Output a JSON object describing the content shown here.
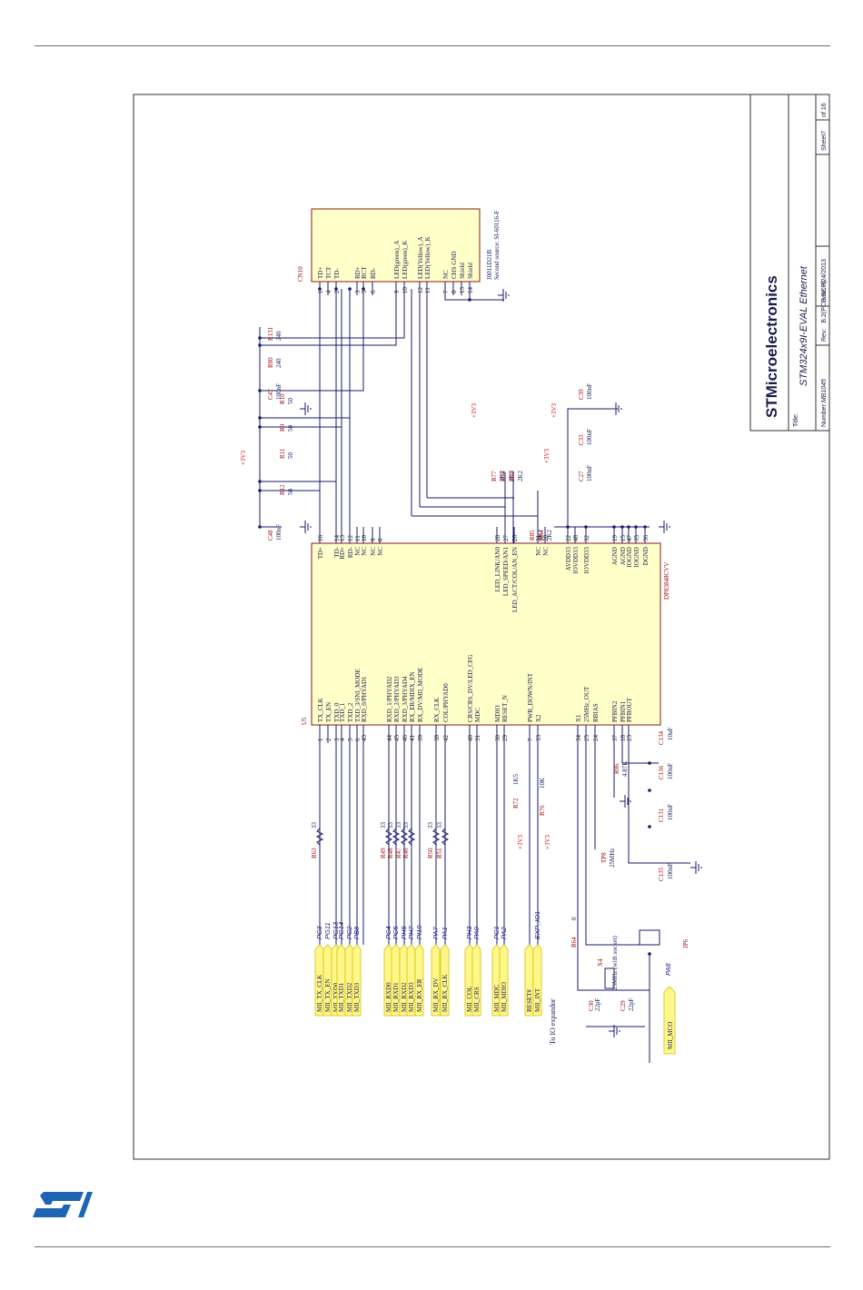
{
  "title_block": {
    "company": "STMicroelectronics",
    "title_label": "Title:",
    "title": "STM324x9I-EVAL Ethernet",
    "number_label": "Number:",
    "number": "MB1045",
    "rev_label": "Rev:",
    "rev": "B.2(PCB.SCH)",
    "date_label": "Date:",
    "date": "7/24/2013",
    "sheet_label": "Sheet",
    "sheet": "7",
    "of_label": "of",
    "of": "16"
  },
  "u5": {
    "ref": "U5",
    "part": "DP83848CVV",
    "left_pins": [
      {
        "num": "1",
        "name": "TX_CLK"
      },
      {
        "num": "2",
        "name": "TX_EN"
      },
      {
        "num": "3",
        "name": "TXD_0"
      },
      {
        "num": "4",
        "name": "TXD_1"
      },
      {
        "num": "5",
        "name": "TXD_2"
      },
      {
        "num": "6",
        "name": "TXD_3/SNI_MODE"
      },
      {
        "num": "43",
        "name": "RXD_0/PHYAD1"
      },
      {
        "num": "44",
        "name": "RXD_1/PHYAD2"
      },
      {
        "num": "45",
        "name": "RXD_2/PHYAD3"
      },
      {
        "num": "46",
        "name": "RXD_3/PHYAD4"
      },
      {
        "num": "41",
        "name": "RX_ER/MDIX_EN"
      },
      {
        "num": "39",
        "name": "RX_DV/MII_MODE"
      },
      {
        "num": "38",
        "name": "RX_CLK"
      },
      {
        "num": "42",
        "name": "COL/PHYAD0"
      },
      {
        "num": "40",
        "name": "CRS/CRS_DV/LED_CFG"
      },
      {
        "num": "31",
        "name": "MDC"
      },
      {
        "num": "30",
        "name": "MDIO"
      },
      {
        "num": "29",
        "name": "RESET_N"
      },
      {
        "num": "7",
        "name": "PWR_DOWN/INT"
      },
      {
        "num": "33",
        "name": "X2"
      },
      {
        "num": "34",
        "name": "X1"
      },
      {
        "num": "25",
        "name": "25MHz_OUT"
      },
      {
        "num": "24",
        "name": "RBIAS"
      },
      {
        "num": "37",
        "name": "PFBIN2"
      },
      {
        "num": "18",
        "name": "PFBIN1"
      },
      {
        "num": "23",
        "name": "PFBOUT"
      }
    ],
    "right_pins": [
      {
        "num": "16",
        "name": "TD+"
      },
      {
        "num": "14",
        "name": "TD-"
      },
      {
        "num": "13",
        "name": "RD+"
      },
      {
        "num": "12",
        "name": "RD-"
      },
      {
        "num": "11",
        "name": "NC"
      },
      {
        "num": "10",
        "name": "NC"
      },
      {
        "num": "9",
        "name": "NC"
      },
      {
        "num": "8",
        "name": "NC"
      },
      {
        "num": "28",
        "name": "LED_LINK/AN0"
      },
      {
        "num": "27",
        "name": "LED_SPEED/AN1"
      },
      {
        "num": "26",
        "name": "LED_ACT/COL/AN_EN"
      },
      {
        "num": "21",
        "name": "NC"
      },
      {
        "num": "20",
        "name": "NC"
      },
      {
        "num": "22",
        "name": "AVDD33"
      },
      {
        "num": "48",
        "name": "IOVDD33"
      },
      {
        "num": "32",
        "name": "IOVDD33"
      },
      {
        "num": "19",
        "name": "AGND"
      },
      {
        "num": "15",
        "name": "AGND"
      },
      {
        "num": "47",
        "name": "IOGND"
      },
      {
        "num": "35",
        "name": "IOGND"
      },
      {
        "num": "36",
        "name": "DGND"
      }
    ]
  },
  "cn10": {
    "ref": "CN10",
    "part": "J0011D21B",
    "note": "Second source: SI-60116-F",
    "pins": [
      {
        "num": "1",
        "name": "TD+"
      },
      {
        "num": "4",
        "name": "TCT"
      },
      {
        "num": "2",
        "name": "TD-"
      },
      {
        "num": "3",
        "name": "RD+"
      },
      {
        "num": "5",
        "name": "RCT"
      },
      {
        "num": "6",
        "name": "RD-"
      },
      {
        "num": "9",
        "name": "LED(green)_A"
      },
      {
        "num": "10",
        "name": "LED(green)_K"
      },
      {
        "num": "12",
        "name": "LED(Yellow)_A"
      },
      {
        "num": "11",
        "name": "LED(Yellow)_K"
      },
      {
        "num": "7",
        "name": "NC"
      },
      {
        "num": "8",
        "name": "CHS GND"
      },
      {
        "num": "13",
        "name": "Shield"
      },
      {
        "num": "14",
        "name": "Shield"
      }
    ]
  },
  "ports": [
    {
      "name": "MII_TX_CLK",
      "pin": "PC3"
    },
    {
      "name": "MII_TX_EN",
      "pin": "PG11"
    },
    {
      "name": "MII_TXD0",
      "pin": "PG13"
    },
    {
      "name": "MII_TXD1",
      "pin": "PG14"
    },
    {
      "name": "MII_TXD2",
      "pin": "PC2"
    },
    {
      "name": "MII_TXD3",
      "pin": "PB8"
    },
    {
      "name": "MII_RXD0",
      "pin": "PC4"
    },
    {
      "name": "MII_RXD1",
      "pin": "PC5"
    },
    {
      "name": "MII_RXD2",
      "pin": "PH6"
    },
    {
      "name": "MII_RXD3",
      "pin": "PH7"
    },
    {
      "name": "MII_RX_ER",
      "pin": "PI10"
    },
    {
      "name": "MII_RX_DV",
      "pin": "PA7"
    },
    {
      "name": "MII_RX_CLK",
      "pin": "PA1"
    },
    {
      "name": "MII_COL",
      "pin": "PH3"
    },
    {
      "name": "MII_CRS",
      "pin": "PA0"
    },
    {
      "name": "MII_MDC",
      "pin": "PC1"
    },
    {
      "name": "MII_MDIO",
      "pin": "PA2"
    },
    {
      "name": "RESET#",
      "pin": ""
    },
    {
      "name": "MII_INT",
      "pin": "EXP_IO1"
    }
  ],
  "series_resistors": [
    {
      "ref": "R63",
      "val": "33"
    },
    {
      "ref": "R49",
      "val": "33"
    },
    {
      "ref": "R48",
      "val": "33"
    },
    {
      "ref": "R47",
      "val": "33"
    },
    {
      "ref": "R46",
      "val": "33"
    },
    {
      "ref": "R50",
      "val": "33"
    },
    {
      "ref": "R51",
      "val": "33"
    }
  ],
  "top_parts": [
    {
      "ref": "C48",
      "val": "100nF"
    },
    {
      "ref": "R12",
      "val": "50"
    },
    {
      "ref": "R11",
      "val": "50"
    },
    {
      "ref": "R9",
      "val": "50"
    },
    {
      "ref": "R10",
      "val": "50"
    },
    {
      "ref": "C47",
      "val": "100nF"
    },
    {
      "ref": "R80",
      "val": "240"
    },
    {
      "ref": "R131",
      "val": "240"
    },
    {
      "ref": "R77",
      "val": "2K2"
    },
    {
      "ref": "R78",
      "val": "2K2"
    },
    {
      "ref": "R79",
      "val": "2K2"
    },
    {
      "ref": "R85",
      "val": "2K2"
    },
    {
      "ref": "R84",
      "val": "2K2"
    },
    {
      "ref": "C27",
      "val": "100nF"
    },
    {
      "ref": "C33",
      "val": "100nF"
    },
    {
      "ref": "C39",
      "val": "100nF"
    }
  ],
  "bottom_parts": {
    "r72": {
      "ref": "R72",
      "val": "1K5"
    },
    "r76": {
      "ref": "R76",
      "val": "10K"
    },
    "r86": {
      "ref": "R86",
      "val": "4.87K"
    },
    "tp8": {
      "ref": "TP8",
      "val": "25MHz"
    },
    "r64": {
      "ref": "R64",
      "val": "0"
    },
    "x4": {
      "ref": "X4",
      "val": "25MHz (with socket)"
    },
    "c30": {
      "ref": "C30",
      "val": "22pF"
    },
    "c29": {
      "ref": "C29",
      "val": "22pF"
    },
    "jp6": {
      "ref": "JP6"
    },
    "c135": {
      "ref": "C135",
      "val": "100nF"
    },
    "c131": {
      "ref": "C131",
      "val": "100nF"
    },
    "c136": {
      "ref": "C136",
      "val": "100nF"
    },
    "c134": {
      "ref": "C134",
      "val": "10uF"
    },
    "mco_net": "PA8",
    "mco_port": "MII_MCO",
    "io_note": "To IO expandor"
  },
  "power_labels": {
    "v": "+3V3"
  },
  "colors": {
    "wire": "#1a1a6a",
    "body_fill": "#ffffc8",
    "body_stroke": "#8a1a1a",
    "port": "#fff78a",
    "ref": "#a01010",
    "logo": "#1e64b4"
  },
  "logo": "ST"
}
